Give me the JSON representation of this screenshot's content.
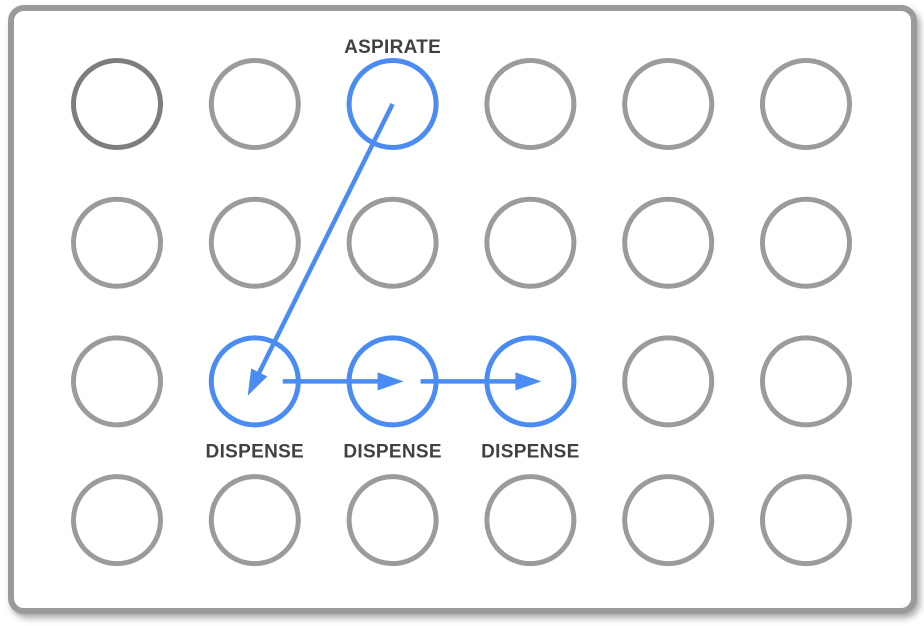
{
  "labels": {
    "aspirate": "ASPIRATE",
    "dispense": "DISPENSE"
  },
  "colors": {
    "well_default": "#9b9b9b",
    "well_dark_corner": "#7d7d7d",
    "highlight": "#4a8cf3",
    "label_text": "#414141",
    "plate_border": "#9a9a9a",
    "plate_fill": "#ffffff",
    "background": "#ffffff"
  },
  "plate": {
    "rows": 4,
    "cols": 6
  },
  "wells": {
    "aspirate": {
      "row": 0,
      "col": 2
    },
    "dispense": [
      {
        "row": 2,
        "col": 1
      },
      {
        "row": 2,
        "col": 2
      },
      {
        "row": 2,
        "col": 3
      }
    ],
    "dark_corner": {
      "row": 0,
      "col": 0
    }
  },
  "arrows": [
    {
      "name": "arrow-aspirate-to-dispense-1",
      "from": {
        "row": 0,
        "col": 2
      },
      "to": {
        "row": 2,
        "col": 1
      }
    },
    {
      "name": "arrow-dispense-1-to-2",
      "from": {
        "row": 2,
        "col": 1
      },
      "to": {
        "row": 2,
        "col": 2
      }
    },
    {
      "name": "arrow-dispense-2-to-3",
      "from": {
        "row": 2,
        "col": 2
      },
      "to": {
        "row": 2,
        "col": 3
      }
    }
  ]
}
